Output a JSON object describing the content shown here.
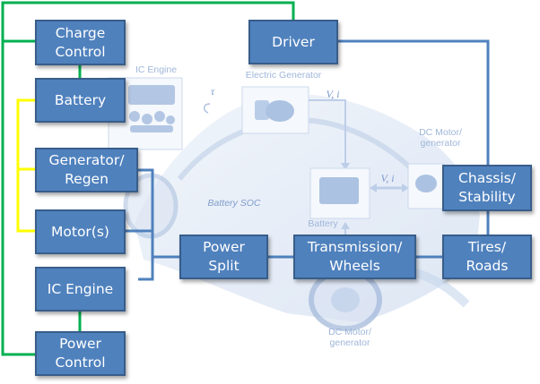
{
  "diagram": {
    "title": "Hybrid Electric Vehicle Subsystem Architecture",
    "colors": {
      "box_fill": "#4f81bd",
      "box_border": "#385d8a",
      "box_text": "#ffffff",
      "control_link": "#00b050",
      "electric_link": "#ffff00",
      "mechanical_link": "#4f81bd",
      "background_art": "#c9d8ee"
    },
    "nodes": [
      {
        "id": "charge_control",
        "lines": [
          "Charge",
          "Control"
        ]
      },
      {
        "id": "battery",
        "lines": [
          "Battery"
        ]
      },
      {
        "id": "generator_regen",
        "lines": [
          "Generator/",
          "Regen"
        ]
      },
      {
        "id": "motors",
        "lines": [
          "Motor(s)"
        ]
      },
      {
        "id": "ic_engine",
        "lines": [
          "IC Engine"
        ]
      },
      {
        "id": "power_control",
        "lines": [
          "Power",
          "Control"
        ]
      },
      {
        "id": "driver",
        "lines": [
          "Driver"
        ]
      },
      {
        "id": "power_split",
        "lines": [
          "Power",
          "Split"
        ]
      },
      {
        "id": "transmission_wheels",
        "lines": [
          "Transmission/",
          "Wheels"
        ]
      },
      {
        "id": "chassis_stability",
        "lines": [
          "Chassis/",
          "Stability"
        ]
      },
      {
        "id": "tires_roads",
        "lines": [
          "Tires/",
          "Roads"
        ]
      }
    ],
    "edges": [
      {
        "from": "charge_control",
        "to": "battery",
        "type": "control"
      },
      {
        "from": "ic_engine",
        "to": "power_control",
        "type": "control"
      },
      {
        "from": "charge_control",
        "to": "driver",
        "type": "control"
      },
      {
        "from": "power_control",
        "to": "driver",
        "type": "control"
      },
      {
        "from": "battery",
        "to": "generator_regen",
        "type": "electric"
      },
      {
        "from": "battery",
        "to": "motors",
        "type": "electric"
      },
      {
        "from": "generator_regen",
        "to": "power_split",
        "type": "mechanical"
      },
      {
        "from": "motors",
        "to": "power_split",
        "type": "mechanical"
      },
      {
        "from": "ic_engine",
        "to": "power_split",
        "type": "mechanical"
      },
      {
        "from": "power_split",
        "to": "transmission_wheels",
        "type": "mechanical"
      },
      {
        "from": "transmission_wheels",
        "to": "tires_roads",
        "type": "mechanical"
      },
      {
        "from": "tires_roads",
        "to": "chassis_stability",
        "type": "mechanical"
      },
      {
        "from": "driver",
        "to": "chassis_stability",
        "type": "mechanical"
      }
    ],
    "background_labels": {
      "ic_engine": "IC Engine",
      "electric_generator": "Electric Generator",
      "tau": "τ",
      "vi_top": "V, i",
      "vi_mid": "V, i",
      "battery_soc": "Battery SOC",
      "battery": "Battery",
      "dc_motor_top_1": "DC Motor/",
      "dc_motor_top_2": "generator",
      "dc_motor_bottom_1": "DC Motor/",
      "dc_motor_bottom_2": "generator"
    }
  }
}
